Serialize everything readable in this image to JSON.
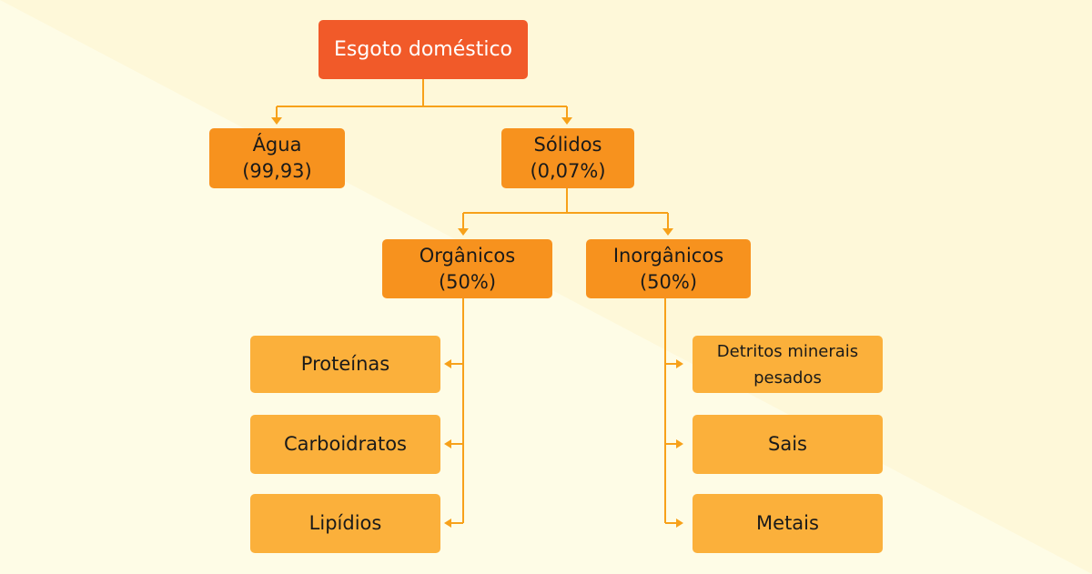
{
  "colors": {
    "background_light": "#fefce6",
    "background_band": "#fef8d9",
    "root_fill": "#f15a29",
    "level_fill": "#f7921e",
    "leaf_fill": "#fbb03b",
    "connector": "#f7a11a"
  },
  "root": {
    "label": "Esgoto doméstico"
  },
  "agua": {
    "line1": "Água",
    "line2": "(99,93)"
  },
  "solidos": {
    "line1": "Sólidos",
    "line2": "(0,07%)"
  },
  "organicos": {
    "line1": "Orgânicos",
    "line2": "(50%)",
    "children": [
      "Proteínas",
      "Carboidratos",
      "Lipídios"
    ]
  },
  "inorganicos": {
    "line1": "Inorgânicos",
    "line2": "(50%)",
    "children": [
      {
        "line1": "Detritos minerais",
        "line2": "pesados"
      },
      {
        "line1": "Sais"
      },
      {
        "line1": "Metais"
      }
    ]
  }
}
